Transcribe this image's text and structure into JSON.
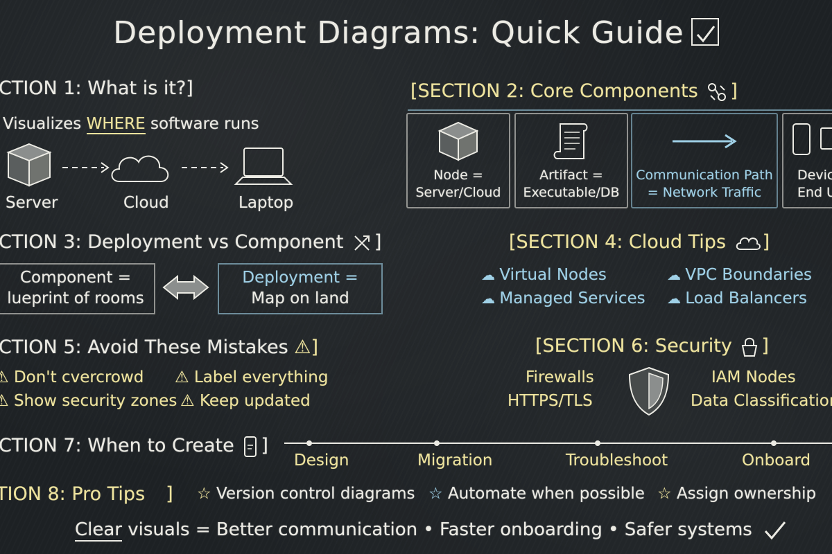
{
  "title": "Deployment Diagrams: Quick Guide",
  "section1": {
    "heading": "CTION 1: What is it?]",
    "line_prefix": "Visualizes ",
    "line_highlight": "WHERE",
    "line_suffix": " software runs",
    "flow": [
      "Server",
      "Cloud",
      "Laptop"
    ]
  },
  "section2": {
    "heading": "[SECTION 2: Core Components",
    "heading_end": "]",
    "cards": [
      {
        "line1": "Node =",
        "line2": "Server/Cloud",
        "icon": "cube-icon"
      },
      {
        "line1": "Artifact =",
        "line2": "Executable/DB",
        "icon": "scroll-icon"
      },
      {
        "line1": "Communication Path",
        "line2": "= Network Traffic",
        "icon": "arrow-icon"
      },
      {
        "line1": "Devic",
        "line2": "End U",
        "icon": "devices-icon"
      }
    ]
  },
  "section3": {
    "heading": "CTION 3: Deployment vs Component",
    "heading_end": "]",
    "left_line1": "Component =",
    "left_line2": "lueprint of rooms",
    "right_line1": "Deployment =",
    "right_line2": "Map on land"
  },
  "section4": {
    "heading": "[SECTION 4: Cloud Tips",
    "heading_end": "]",
    "items": [
      "Virtual Nodes",
      "VPC Boundaries",
      "Managed Services",
      "Load Balancers"
    ]
  },
  "section5": {
    "heading": "CTION 5: Avoid These Mistakes",
    "heading_end": "]",
    "items": [
      "Don't cvercrowd",
      "Label everything",
      "Show security zones",
      "Keep updated"
    ]
  },
  "section6": {
    "heading": "[SECTION 6: Security",
    "heading_end": "]",
    "left": [
      "Firewalls",
      "HTTPS/TLS"
    ],
    "right": [
      "IAM Nodes",
      "Data Classification"
    ]
  },
  "section7": {
    "heading": "CTION 7: When to Create",
    "heading_end": "]",
    "timeline": [
      "Design",
      "Migration",
      "Troubleshoot",
      "Onboard"
    ]
  },
  "section8": {
    "heading": "TION 8: Pro Tips",
    "heading_end": "]",
    "tips": [
      "Version control diagrams",
      "Automate when possible",
      "Assign ownership"
    ]
  },
  "footer": {
    "highlight": "Clear",
    "text": " visuals = Better communication • Faster onboarding • Safer systems"
  },
  "colors": {
    "board": "#1d2124",
    "chalk": "#ecebe4",
    "yellow": "#eee39e",
    "blue": "#9fd0e6"
  }
}
